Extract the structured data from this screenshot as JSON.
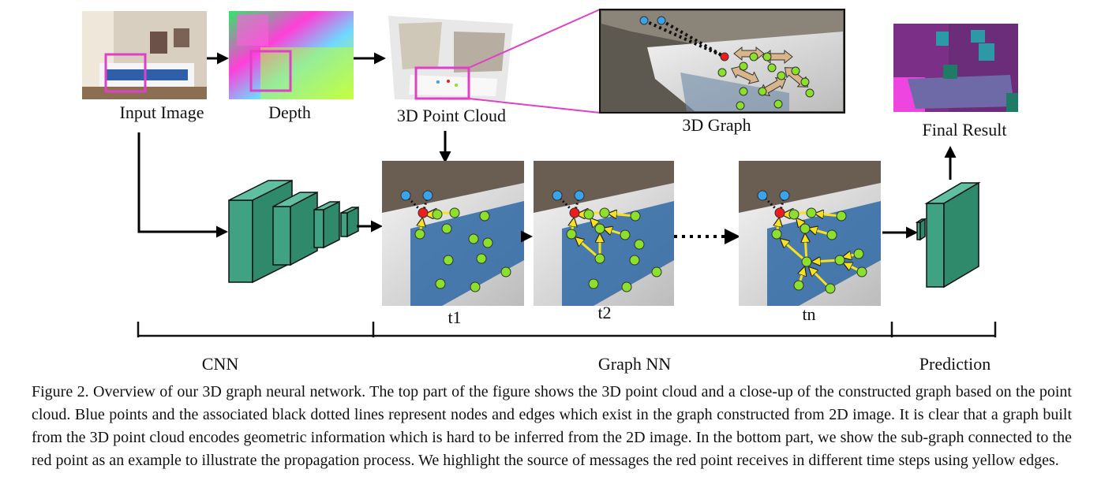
{
  "labels": {
    "input_image": "Input Image",
    "depth": "Depth",
    "point_cloud": "3D Point Cloud",
    "graph_3d": "3D Graph",
    "final_result": "Final Result",
    "t1": "t1",
    "t2": "t2",
    "tn": "tn",
    "cnn": "CNN",
    "graph_nn": "Graph NN",
    "prediction": "Prediction"
  },
  "caption": "Figure 2. Overview of our 3D graph neural network. The top part of the figure shows the 3D point cloud and a close-up of the constructed graph based on the point cloud.  Blue points and the associated black dotted lines represent nodes and edges which exist in the graph constructed from 2D image.  It is clear that a graph built from the 3D point cloud encodes geometric information which is hard to be inferred from the 2D image. In the bottom part, we show the sub-graph connected to the red point as an example to illustrate the propagation process. We highlight the source of messages the red point receives in different time steps using yellow edges.",
  "colors": {
    "highlight_box": "#e040c8",
    "block": "#3fa383",
    "node_green": "#8be02a",
    "node_blue": "#3aa4ea",
    "node_red": "#ee1c1c",
    "edge_yellow": "#f7e21c"
  }
}
